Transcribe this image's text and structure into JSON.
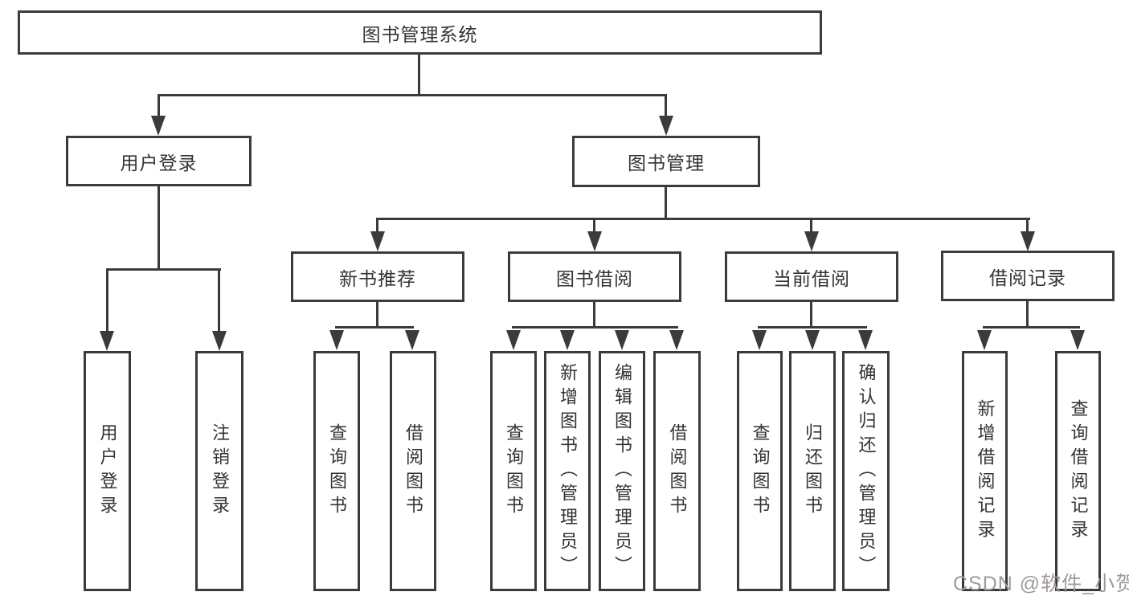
{
  "diagram": {
    "title": "图书管理系统",
    "line_color": "#3b3b3b",
    "text_color": "#333333",
    "nodes": {
      "root": "图书管理系统",
      "user_login": "用户登录",
      "book_management": "图书管理",
      "new_book_recommend": "新书推荐",
      "book_borrowing": "图书借阅",
      "current_borrowing": "当前借阅",
      "borrowing_records": "借阅记录",
      "leaf_user_login": "用户登录",
      "leaf_logout_login": "注销登录",
      "leaf_nb_query_books": "查询图书",
      "leaf_nb_borrow_books": "借阅图书",
      "leaf_bb_query_books": "查询图书",
      "leaf_bb_add_books_admin": "新增图书（管理员）",
      "leaf_bb_edit_books_admin": "编辑图书（管理员）",
      "leaf_bb_borrow_books": "借阅图书",
      "leaf_cb_query_books": "查询图书",
      "leaf_cb_return_books": "归还图书",
      "leaf_cb_confirm_return_admin": "确认归还（管理员）",
      "leaf_br_add_record": "新增借阅记录",
      "leaf_br_query_record": "查询借阅记录"
    }
  },
  "watermark": {
    "text": "CSDN @软件_小贺同学",
    "color": "#a09a9a"
  }
}
